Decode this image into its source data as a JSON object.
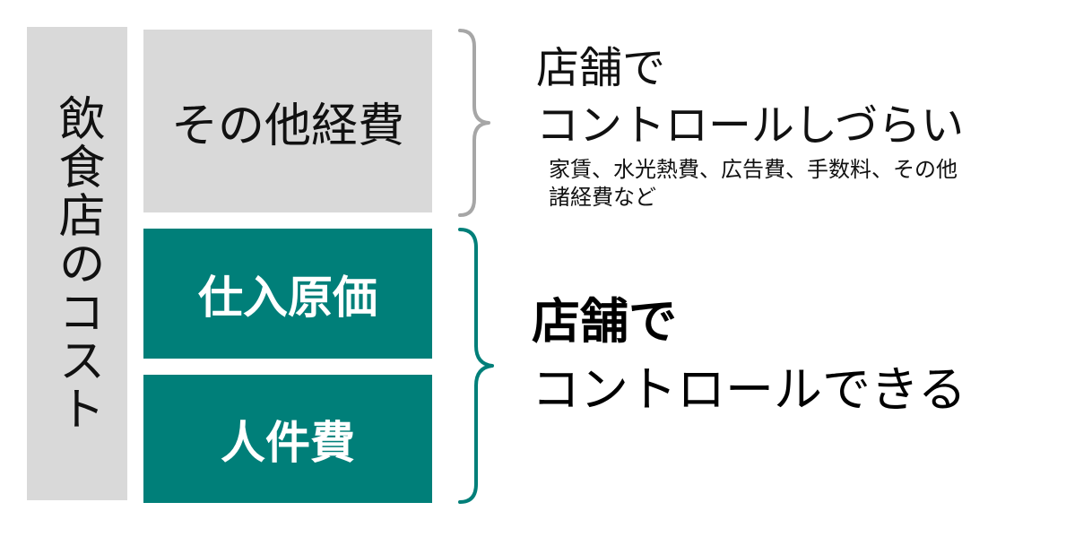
{
  "side_label": "飲食店のコスト",
  "boxes": {
    "other_expenses": "その他経費",
    "purchase_cost": "仕入原価",
    "labor_cost": "人件費"
  },
  "uncontrollable": {
    "heading_line1": "店舗で",
    "heading_line2": "コントロールしづらい",
    "detail_line1": "家賃、水光熱費、広告費、手数料、その他",
    "detail_line2": "諸経費など"
  },
  "controllable": {
    "heading_line1": "店舗で",
    "heading_line2": "コントロールできる"
  },
  "colors": {
    "gray": "#d9d9d9",
    "teal": "#007f79",
    "brace_gray": "#a6a6a6",
    "brace_teal": "#007f79"
  }
}
